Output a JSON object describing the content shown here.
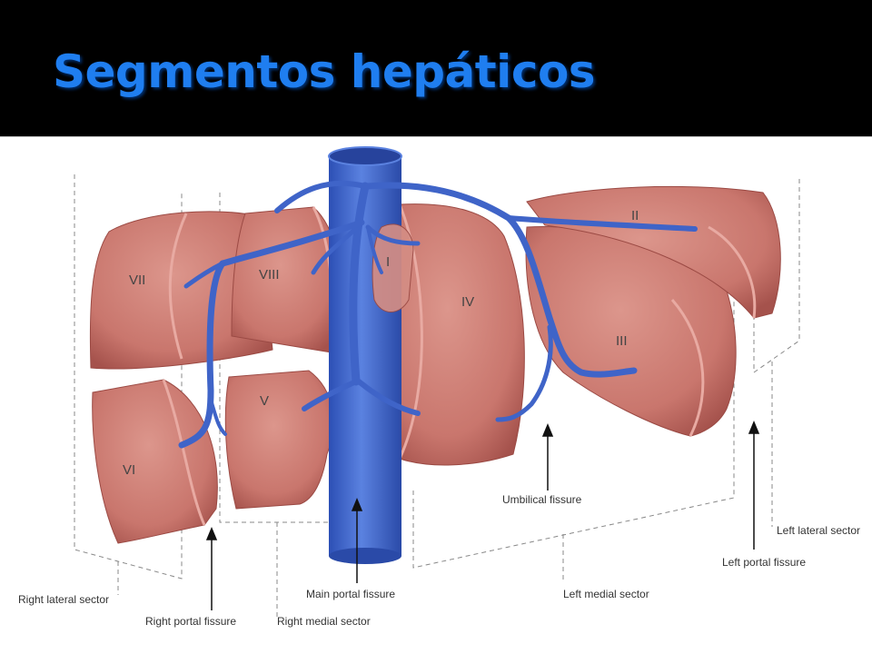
{
  "title": "Segmentos hepáticos",
  "colors": {
    "title": "#1f7ef0",
    "liver": "#cd7c74",
    "liver_dark": "#a8514b",
    "vessel": "#3a62c8"
  },
  "segments": [
    "I",
    "II",
    "III",
    "IV",
    "V",
    "VI",
    "VII",
    "VIII"
  ],
  "labels": {
    "right_lateral_sector": "Right lateral sector",
    "right_portal_fissure": "Right portal fissure",
    "right_medial_sector": "Right medial sector",
    "main_portal_fissure": "Main portal fissure",
    "left_medial_sector": "Left medial sector",
    "umbilical_fissure": "Umbilical fissure",
    "left_portal_fissure": "Left portal fissure",
    "left_lateral_sector": "Left lateral sector"
  }
}
